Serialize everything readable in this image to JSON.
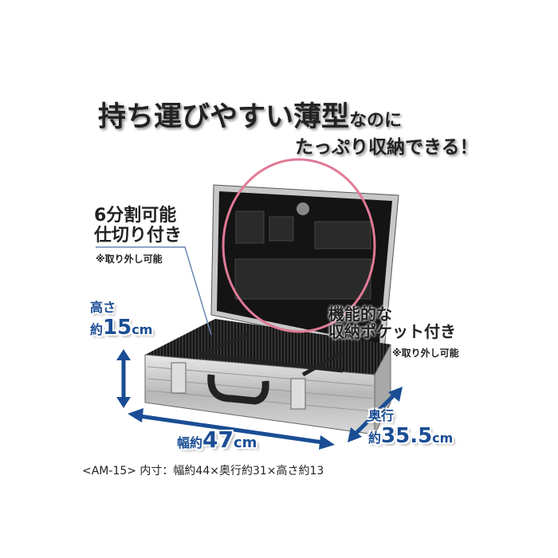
{
  "headline": {
    "line1_main": "持ち運びやすい薄型",
    "line1_suffix": "なのに",
    "line2": "たっぷり収納できる！"
  },
  "callout_divider": {
    "title_line1": "6分割可能",
    "title_line2": "仕切り付き",
    "note": "※取り外し可能"
  },
  "callout_pocket": {
    "title_line1": "機能的な",
    "title_line2": "収納ポケット付き",
    "note": "※取り外し可能"
  },
  "dimensions": {
    "height": {
      "label": "高さ",
      "prefix": "約",
      "value": "15",
      "unit": "cm"
    },
    "width": {
      "label": "幅約",
      "value": "47",
      "unit": "cm"
    },
    "depth": {
      "label": "奥行",
      "prefix": "約",
      "value": "35.5",
      "unit": "cm"
    }
  },
  "caption": "<AM-15> 内寸：幅約44×奥行約31×高さ約13",
  "colors": {
    "arrow": "#1a4d94",
    "circle": "#e07a96"
  }
}
